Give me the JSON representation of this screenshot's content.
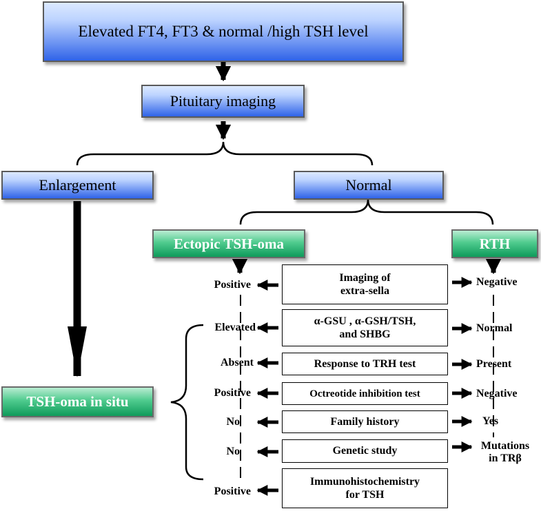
{
  "top": "Elevated FT4, FT3 & normal /high TSH level",
  "imaging": "Pituitary imaging",
  "enlargement": "Enlargement",
  "normal": "Normal",
  "ectopic": "Ectopic TSH-oma",
  "rth": "RTH",
  "insitu": "TSH-oma in situ",
  "rows": [
    {
      "test": "Imaging of\nextra-sella",
      "left": "Positive",
      "right": "Negative"
    },
    {
      "test": "α-GSU , α-GSH/TSH,\nand  SHBG",
      "left": "Elevated",
      "right": "Normal"
    },
    {
      "test": "Response to TRH test",
      "left": "Absent",
      "right": "Present"
    },
    {
      "test": "Octreotide inhibition test",
      "left": "Positive",
      "right": "Negative"
    },
    {
      "test": "Family history",
      "left": "No",
      "right": "Yes"
    },
    {
      "test": "Genetic study",
      "left": "No",
      "right": "Mutations\nin TRβ"
    },
    {
      "test": "Immunohistochemistry\nfor TSH",
      "left": "Positive",
      "right": ""
    }
  ],
  "colors": {
    "blue_top": "#dce9ff",
    "blue_bottom": "#2f63e8",
    "green_top": "#b9ecd2",
    "green_bottom": "#0e9a5a"
  }
}
